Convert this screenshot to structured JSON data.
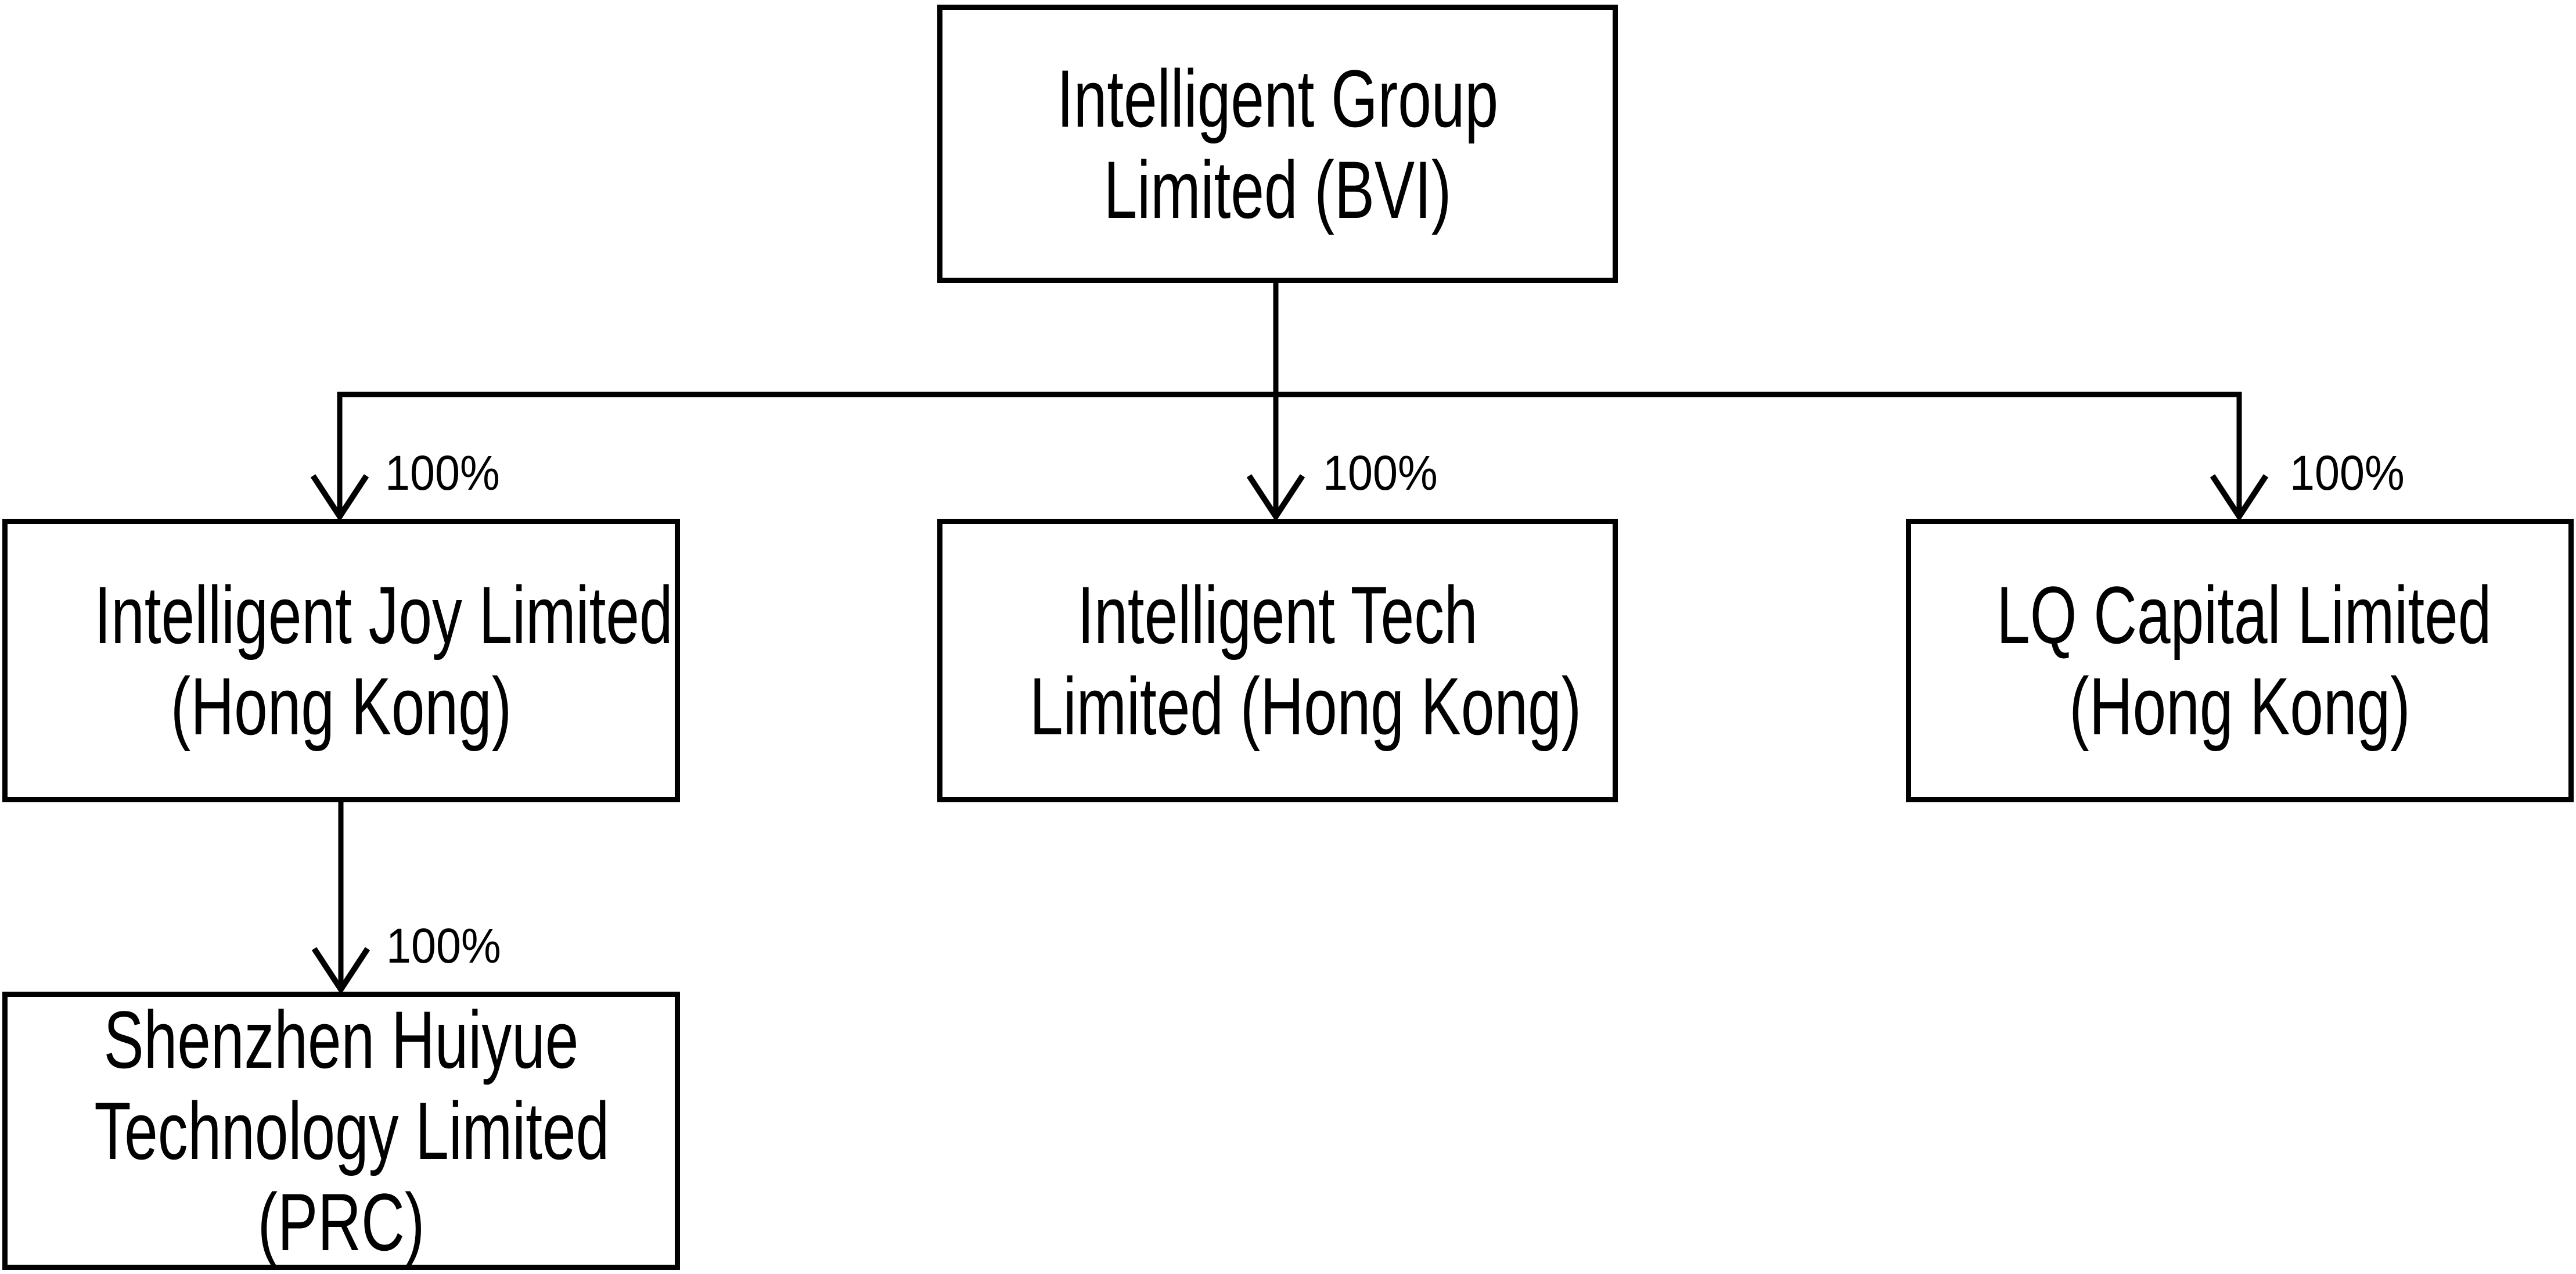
{
  "diagram": {
    "type": "org-chart",
    "background": "#ffffff",
    "line_color": "#000000",
    "box_border_color": "#000000",
    "box_fill_color": "#ffffff",
    "text_color": "#000000"
  },
  "nodes": {
    "parent": {
      "lines": [
        "Intelligent Group",
        "Limited (BVI)"
      ]
    },
    "joy": {
      "lines": [
        "Intelligent Joy Limited",
        "(Hong Kong)"
      ]
    },
    "tech": {
      "lines": [
        "Intelligent Tech",
        "Limited (Hong Kong)"
      ]
    },
    "lq": {
      "lines": [
        "LQ Capital Limited",
        "(Hong Kong)"
      ]
    },
    "shenzhen": {
      "lines": [
        "Shenzhen Huiyue",
        "Technology Limited",
        "(PRC)"
      ]
    }
  },
  "edges": [
    {
      "from": "Intelligent Group Limited (BVI)",
      "to": "Intelligent Joy Limited (Hong Kong)",
      "label": "100%"
    },
    {
      "from": "Intelligent Group Limited (BVI)",
      "to": "Intelligent Tech Limited (Hong Kong)",
      "label": "100%"
    },
    {
      "from": "Intelligent Group Limited (BVI)",
      "to": "LQ Capital Limited (Hong Kong)",
      "label": "100%"
    },
    {
      "from": "Intelligent Joy Limited (Hong Kong)",
      "to": "Shenzhen Huiyue Technology Limited (PRC)",
      "label": "100%"
    }
  ]
}
